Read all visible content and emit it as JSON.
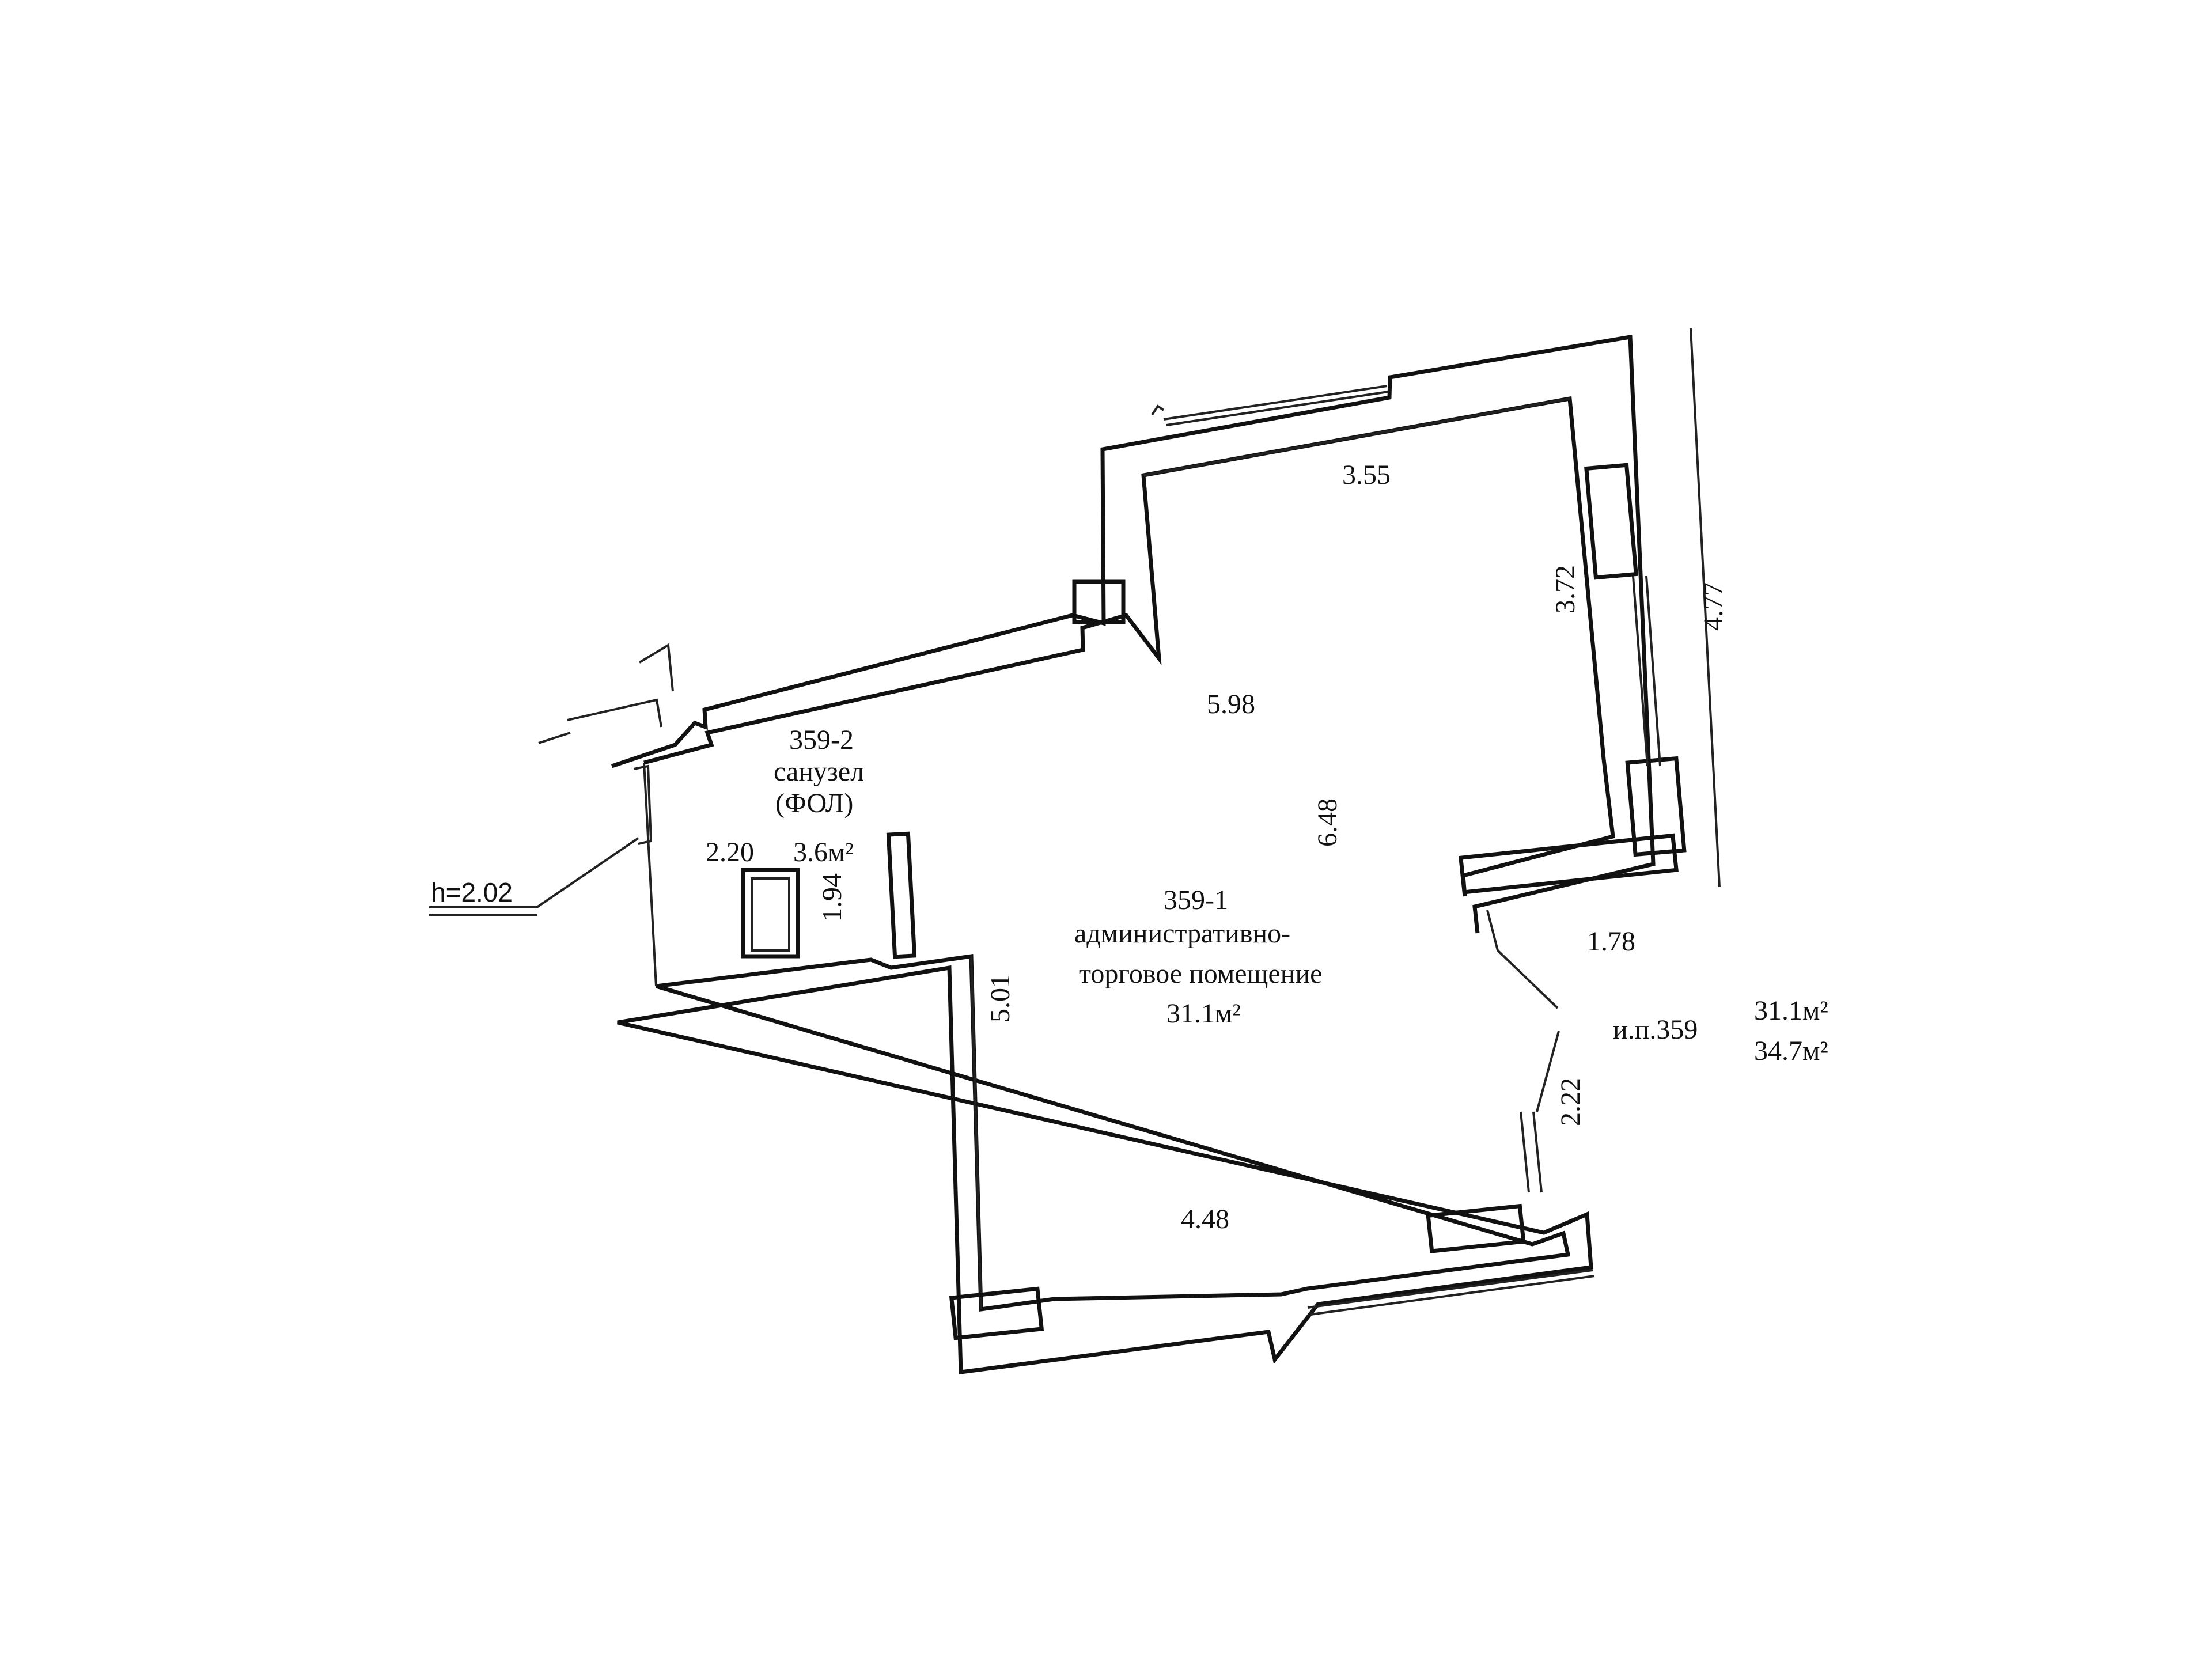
{
  "rooms": {
    "bathroom": {
      "number": "359-2",
      "name": "санузел",
      "finish": "(ФОЛ)",
      "area": "3.6м²"
    },
    "main": {
      "number": "359-1",
      "name_line1": "административно-",
      "name_line2": "торговое помещение",
      "area": "31.1м²"
    }
  },
  "dimensions": {
    "top_wall": "3.55",
    "right_niche": "3.72",
    "right_outer": "4.77",
    "upper_diagonal": "5.98",
    "center_vertical": "6.48",
    "right_bottom": "1.78",
    "left_vertical": "5.01",
    "bottom_wall": "4.48",
    "entrance": "2.22",
    "bath_width": "2.20",
    "bath_depth": "1.94"
  },
  "ceiling_height": "h=2.02",
  "unit_summary": {
    "label": "и.п.359",
    "area_living": "31.1м²",
    "area_total": "34.7м²"
  }
}
